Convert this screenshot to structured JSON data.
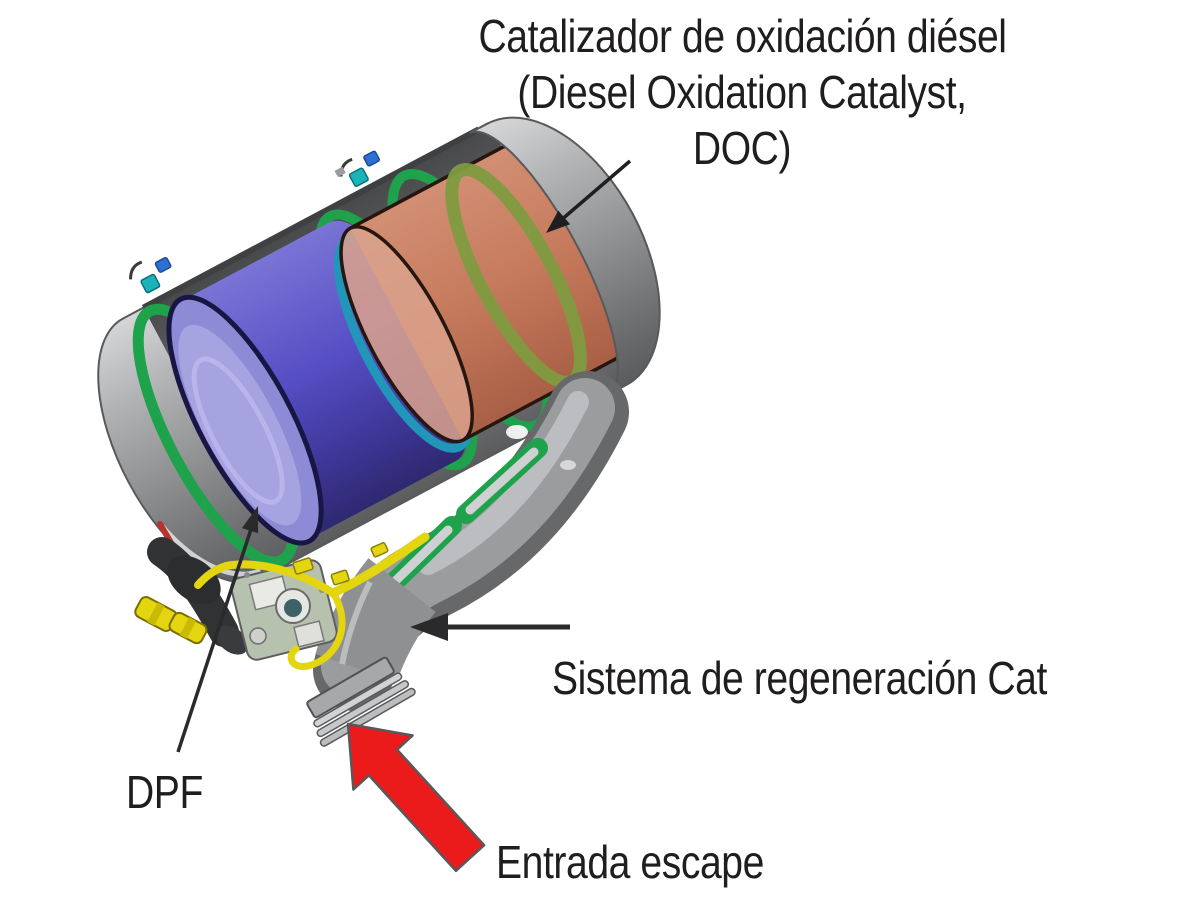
{
  "labels": {
    "doc": {
      "line1": "Catalizador de oxidación diésel",
      "line2": "(Diesel Oxidation Catalyst,",
      "line3": "DOC)"
    },
    "regen": "Sistema de regeneración Cat",
    "dpf": "DPF",
    "inlet": "Entrada escape"
  },
  "colors": {
    "label_text": "#1f1d1e",
    "housing_gray": "#a0a1a3",
    "housing_dark": "#5a5b5d",
    "doc_body": "#c67a5c",
    "doc_face": "#dba28c",
    "dpf_body": "#564ec4",
    "dpf_face": "#8e8bd6",
    "dpf_face_inner": "#a5a3e0",
    "clamp_green": "#1fa24c",
    "band_olive": "#7e9b40",
    "ring_teal": "#2196b8",
    "sensor_teal": "#19b3b9",
    "sensor_blue": "#2f6fd4",
    "harness_yellow": "#e3d50f",
    "valve_sage": "#b7c2ae",
    "inlet_arrow_red": "#ec1b1b",
    "annotation_black": "#2a2a2c"
  },
  "icons": {
    "doc_arrow": "thin-arrow-to-doc",
    "regen_arrow": "thin-arrow-to-regen-valve",
    "dpf_leader": "leader-arrow-to-dpf",
    "inlet_arrow": "block-arrow-exhaust-inlet"
  }
}
